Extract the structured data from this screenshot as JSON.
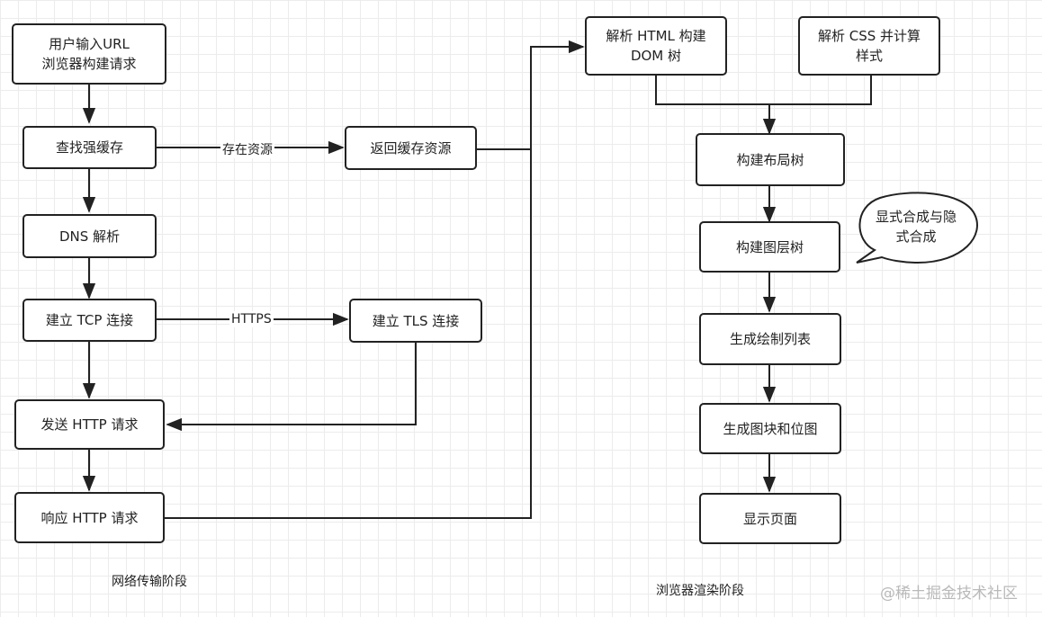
{
  "nodes": {
    "input_url": "用户输入URL\n浏览器构建请求",
    "strong_cache": "查找强缓存",
    "return_cache": "返回缓存资源",
    "dns": "DNS 解析",
    "tcp": "建立 TCP 连接",
    "tls": "建立 TLS 连接",
    "send_http": "发送 HTTP 请求",
    "response_http": "响应 HTTP 请求",
    "parse_html": "解析 HTML 构建\nDOM 树",
    "parse_css": "解析 CSS 并计算\n样式",
    "layout_tree": "构建布局树",
    "layer_tree": "构建图层树",
    "paint_list": "生成绘制列表",
    "tiles_bitmap": "生成图块和位图",
    "display_page": "显示页面"
  },
  "edge_labels": {
    "cache_exists": "存在资源",
    "https": "HTTPS"
  },
  "callout": "显式合成与隐\n式合成",
  "sections": {
    "network": "网络传输阶段",
    "render": "浏览器渲染阶段"
  },
  "watermark": "@稀土掘金技术社区"
}
